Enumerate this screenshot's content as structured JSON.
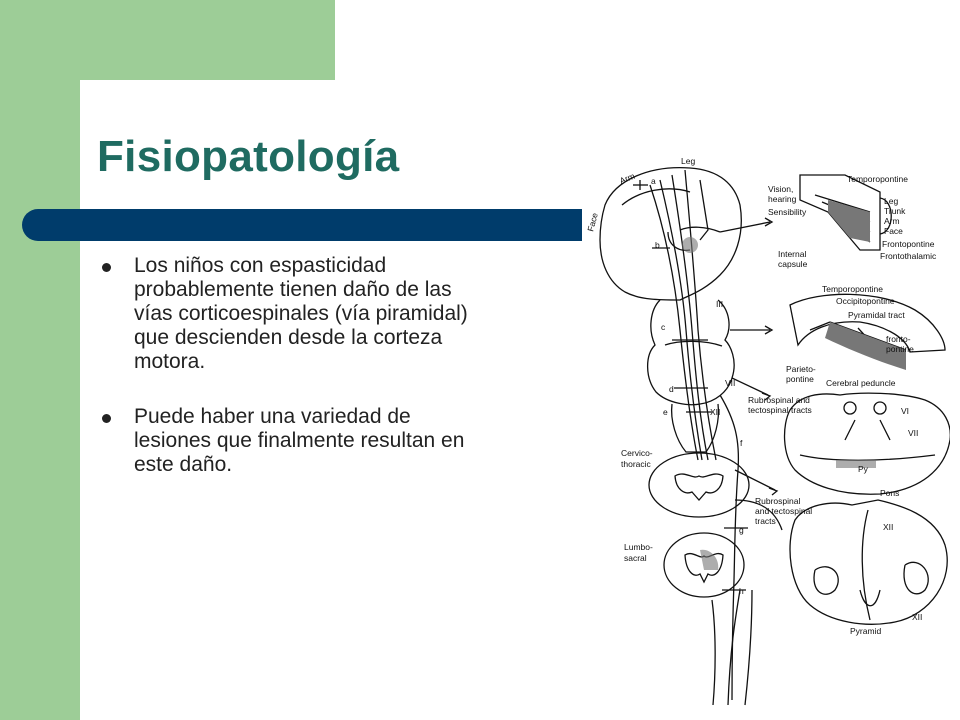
{
  "slide": {
    "title": "Fisiopatología",
    "bullets": [
      "Los niños con espasticidad probablemente tienen daño de las vías corticoespinales (vía piramidal) que descienden desde la corteza motora.",
      "Puede haber una variedad de lesiones que finalmente resultan en este daño."
    ]
  },
  "diagram": {
    "labels": {
      "arm": "Arm",
      "leg": "Leg",
      "face": "Face",
      "a": "a",
      "b": "b",
      "c": "c",
      "d": "d",
      "e": "e",
      "f": "f",
      "g": "g",
      "h": "h",
      "iii": "III",
      "vii": "VII",
      "xii": "XII",
      "vision": "Vision,",
      "hearing": "hearing",
      "sensibility": "Sensibility",
      "internal": "Internal",
      "capsule": "capsule",
      "temporopontine": "Temporopontine",
      "leg2": "Leg",
      "trunk": "Trunk",
      "arm2": "Arm",
      "face2": "Face",
      "frontopontine": "Frontopontine",
      "frontothalamic": "Frontothalamic",
      "temporopontine2": "Temporopontine",
      "occipitopontine": "Occipitopontine",
      "pyramidal_tract": "Pyramidal tract",
      "fronto": "fronto-",
      "pontine": "pontine",
      "parieto": "Parieto-",
      "pontine2": "pontine",
      "cerebral_peduncle": "Cerebral peduncle",
      "rubro1": "Rubrospinal and",
      "tecto1": "tectospinal tracts",
      "vi": "VI",
      "vii2": "VII",
      "py": "Py",
      "pons": "Pons",
      "cervico": "Cervico-",
      "thoracic": "thoracic",
      "rubro2": "Rubrospinal",
      "tecto2": "and tectospinal",
      "tracts2": "tracts",
      "xii2": "XII",
      "xii3": "XII",
      "lumbo": "Lumbo-",
      "sacral": "sacral",
      "pyramid": "Pyramid"
    }
  }
}
